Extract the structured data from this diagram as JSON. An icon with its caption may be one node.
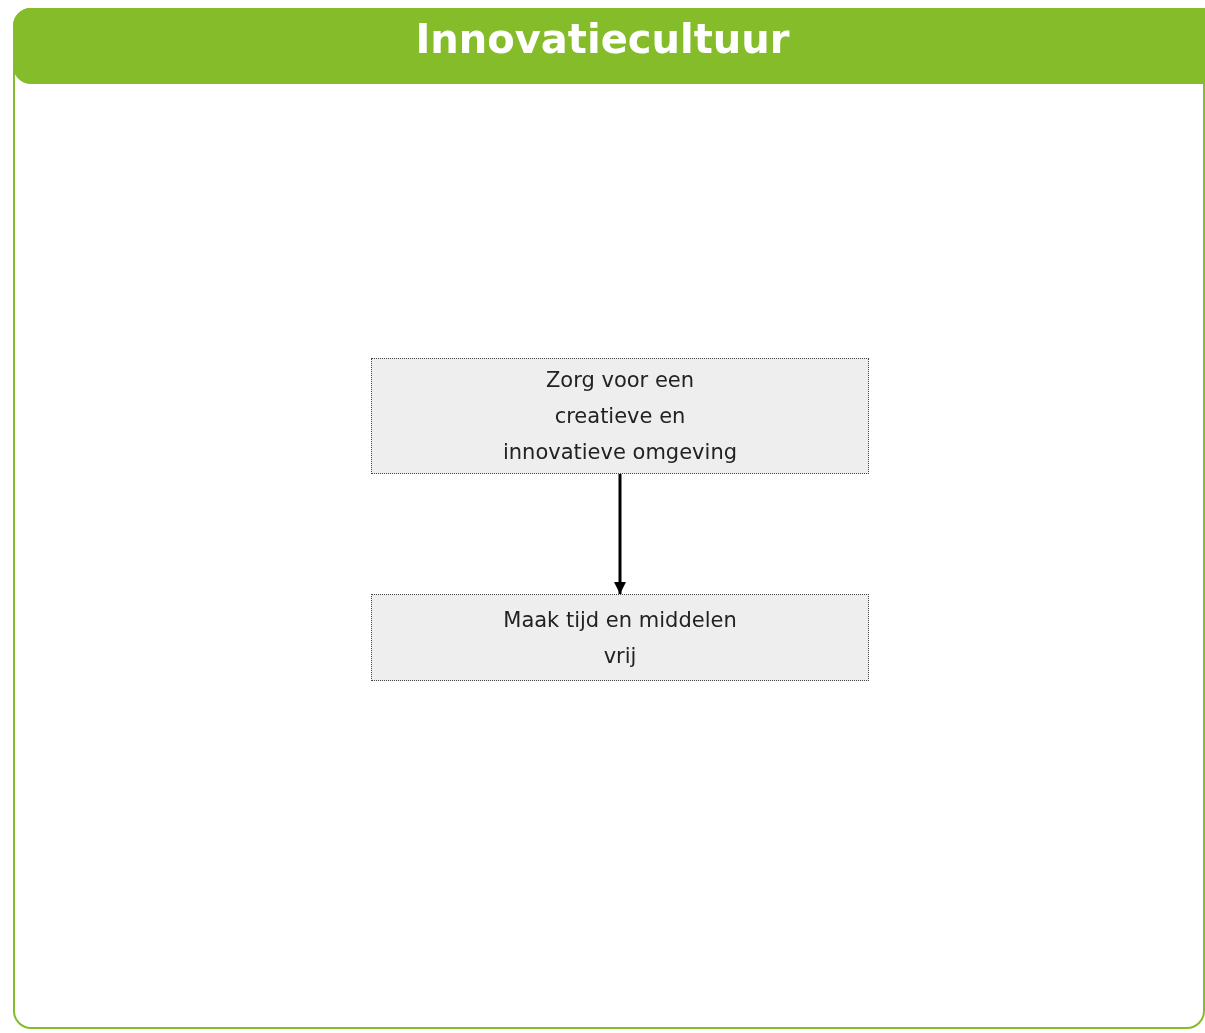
{
  "diagram": {
    "title": "Innovatiecultuur",
    "nodes": [
      {
        "text": [
          "Zorg voor een creatieve en innovatieve omgeving"
        ]
      },
      {
        "text": [
          "Maak tijd en middelen vrij"
        ]
      }
    ],
    "edges": [
      {
        "from": 0,
        "to": 1,
        "arrow": "to"
      }
    ]
  }
}
